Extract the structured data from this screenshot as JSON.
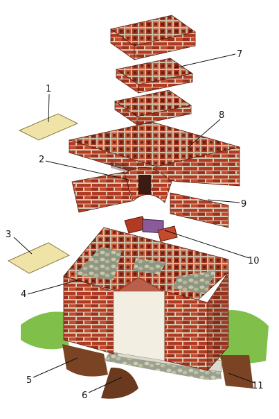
{
  "colors": {
    "brick": "#b33a22",
    "brick_dark": "#7e2414",
    "brick_light": "#d9694a",
    "mortar": "#d7c8b3",
    "slab": "#f0e3a8",
    "grass": "#7fbf4a",
    "soil": "#7a4424",
    "gravel": "#9aa08c",
    "foundation": "#dcdad0"
  },
  "callouts": [
    {
      "id": "1",
      "text": "1"
    },
    {
      "id": "2",
      "text": "2"
    },
    {
      "id": "3",
      "text": "3"
    },
    {
      "id": "4",
      "text": "4"
    },
    {
      "id": "5",
      "text": "5"
    },
    {
      "id": "6",
      "text": "6"
    },
    {
      "id": "7",
      "text": "7"
    },
    {
      "id": "8",
      "text": "8"
    },
    {
      "id": "9",
      "text": "9"
    },
    {
      "id": "10",
      "text": "10"
    },
    {
      "id": "11",
      "text": "11"
    }
  ]
}
